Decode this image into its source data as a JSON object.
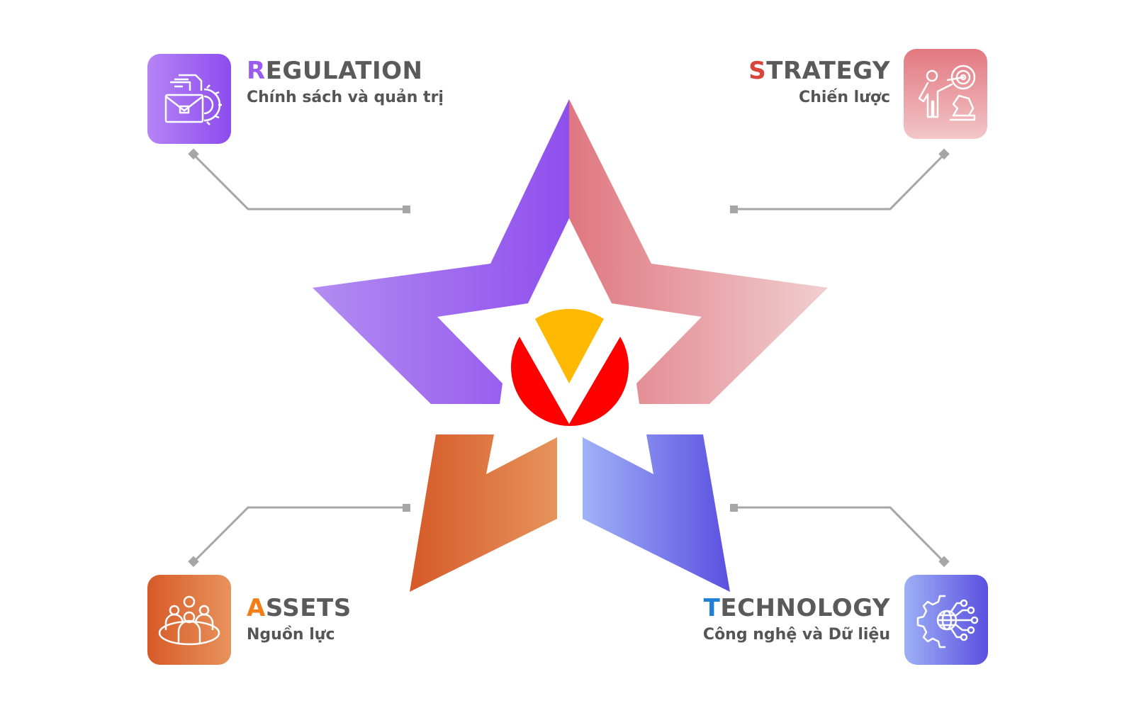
{
  "diagram": {
    "center_logo": {
      "letter_shape": "V",
      "colors": {
        "ring": "#ff0000",
        "wedge": "#ffb900"
      }
    },
    "quadrants": [
      {
        "id": "regulation",
        "initial": "R",
        "rest": "EGULATION",
        "title": "REGULATION",
        "subtitle": "Chính sách và quản trị",
        "icon": "briefcase-document-gear-icon",
        "accent": "#9b5bf0",
        "gradient": [
          "#b584f5",
          "#8d4cee"
        ]
      },
      {
        "id": "strategy",
        "initial": "S",
        "rest": "TRATEGY",
        "title": "STRATEGY",
        "subtitle": "Chiến lược",
        "icon": "person-target-chess-icon",
        "accent": "#d9453b",
        "gradient": [
          "#e27880",
          "#f2c6c8"
        ]
      },
      {
        "id": "assets",
        "initial": "A",
        "rest": "SSETS",
        "title": "ASSETS",
        "subtitle": "Nguồn lực",
        "icon": "people-group-icon",
        "accent": "#f07f1a",
        "gradient": [
          "#d75a28",
          "#e8935c"
        ]
      },
      {
        "id": "technology",
        "initial": "T",
        "rest": "ECHNOLOGY",
        "title": "TECHNOLOGY",
        "subtitle": "Công nghệ và Dữ liệu",
        "icon": "gear-globe-circuit-icon",
        "accent": "#1d7fd6",
        "gradient": [
          "#9db0f5",
          "#5a50e0"
        ]
      }
    ],
    "connector_color": "#a6a6a6",
    "star_segments": {
      "top_left": [
        "#b38cf0",
        "#8f4fee"
      ],
      "top_right": [
        "#e07780",
        "#f0cfd0"
      ],
      "bottom_left": [
        "#d65a28",
        "#e6935c"
      ],
      "bottom_right": [
        "#9fb2f6",
        "#5b50e1"
      ]
    }
  }
}
